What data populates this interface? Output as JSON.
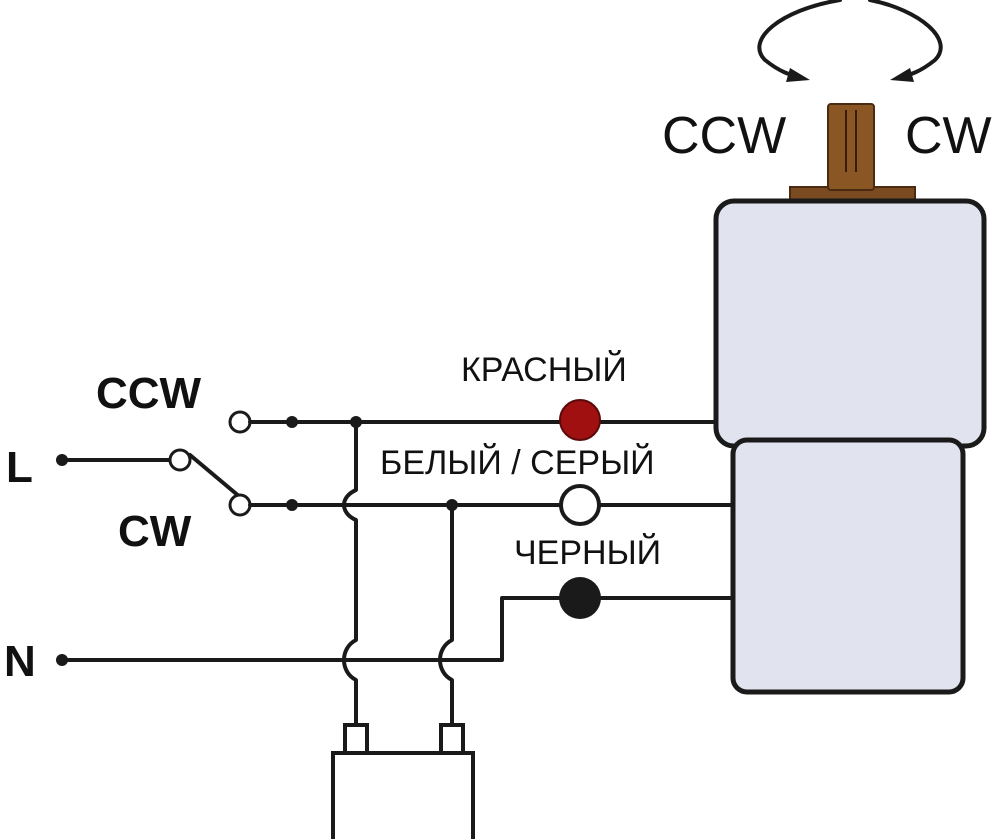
{
  "diagram": {
    "title": "Reversible motor wiring diagram",
    "rotation": {
      "ccw_label": "CCW",
      "cw_label": "CW"
    },
    "switch": {
      "ccw_label": "CCW",
      "cw_label": "CW"
    },
    "supply": {
      "line_label": "L",
      "neutral_label": "N"
    },
    "wires": {
      "red": {
        "label": "КРАСНЫЙ",
        "color": "#a01010"
      },
      "white_grey": {
        "label": "БЕЛЫЙ / СЕРЫЙ",
        "color": "#ffffff"
      },
      "black": {
        "label": "ЧЕРНЫЙ",
        "color": "#1a1a1a"
      }
    },
    "motor": {
      "body_color": "#e1e4ee",
      "shaft_color": "#7a4a20"
    },
    "capacitor": {
      "label": ""
    }
  }
}
